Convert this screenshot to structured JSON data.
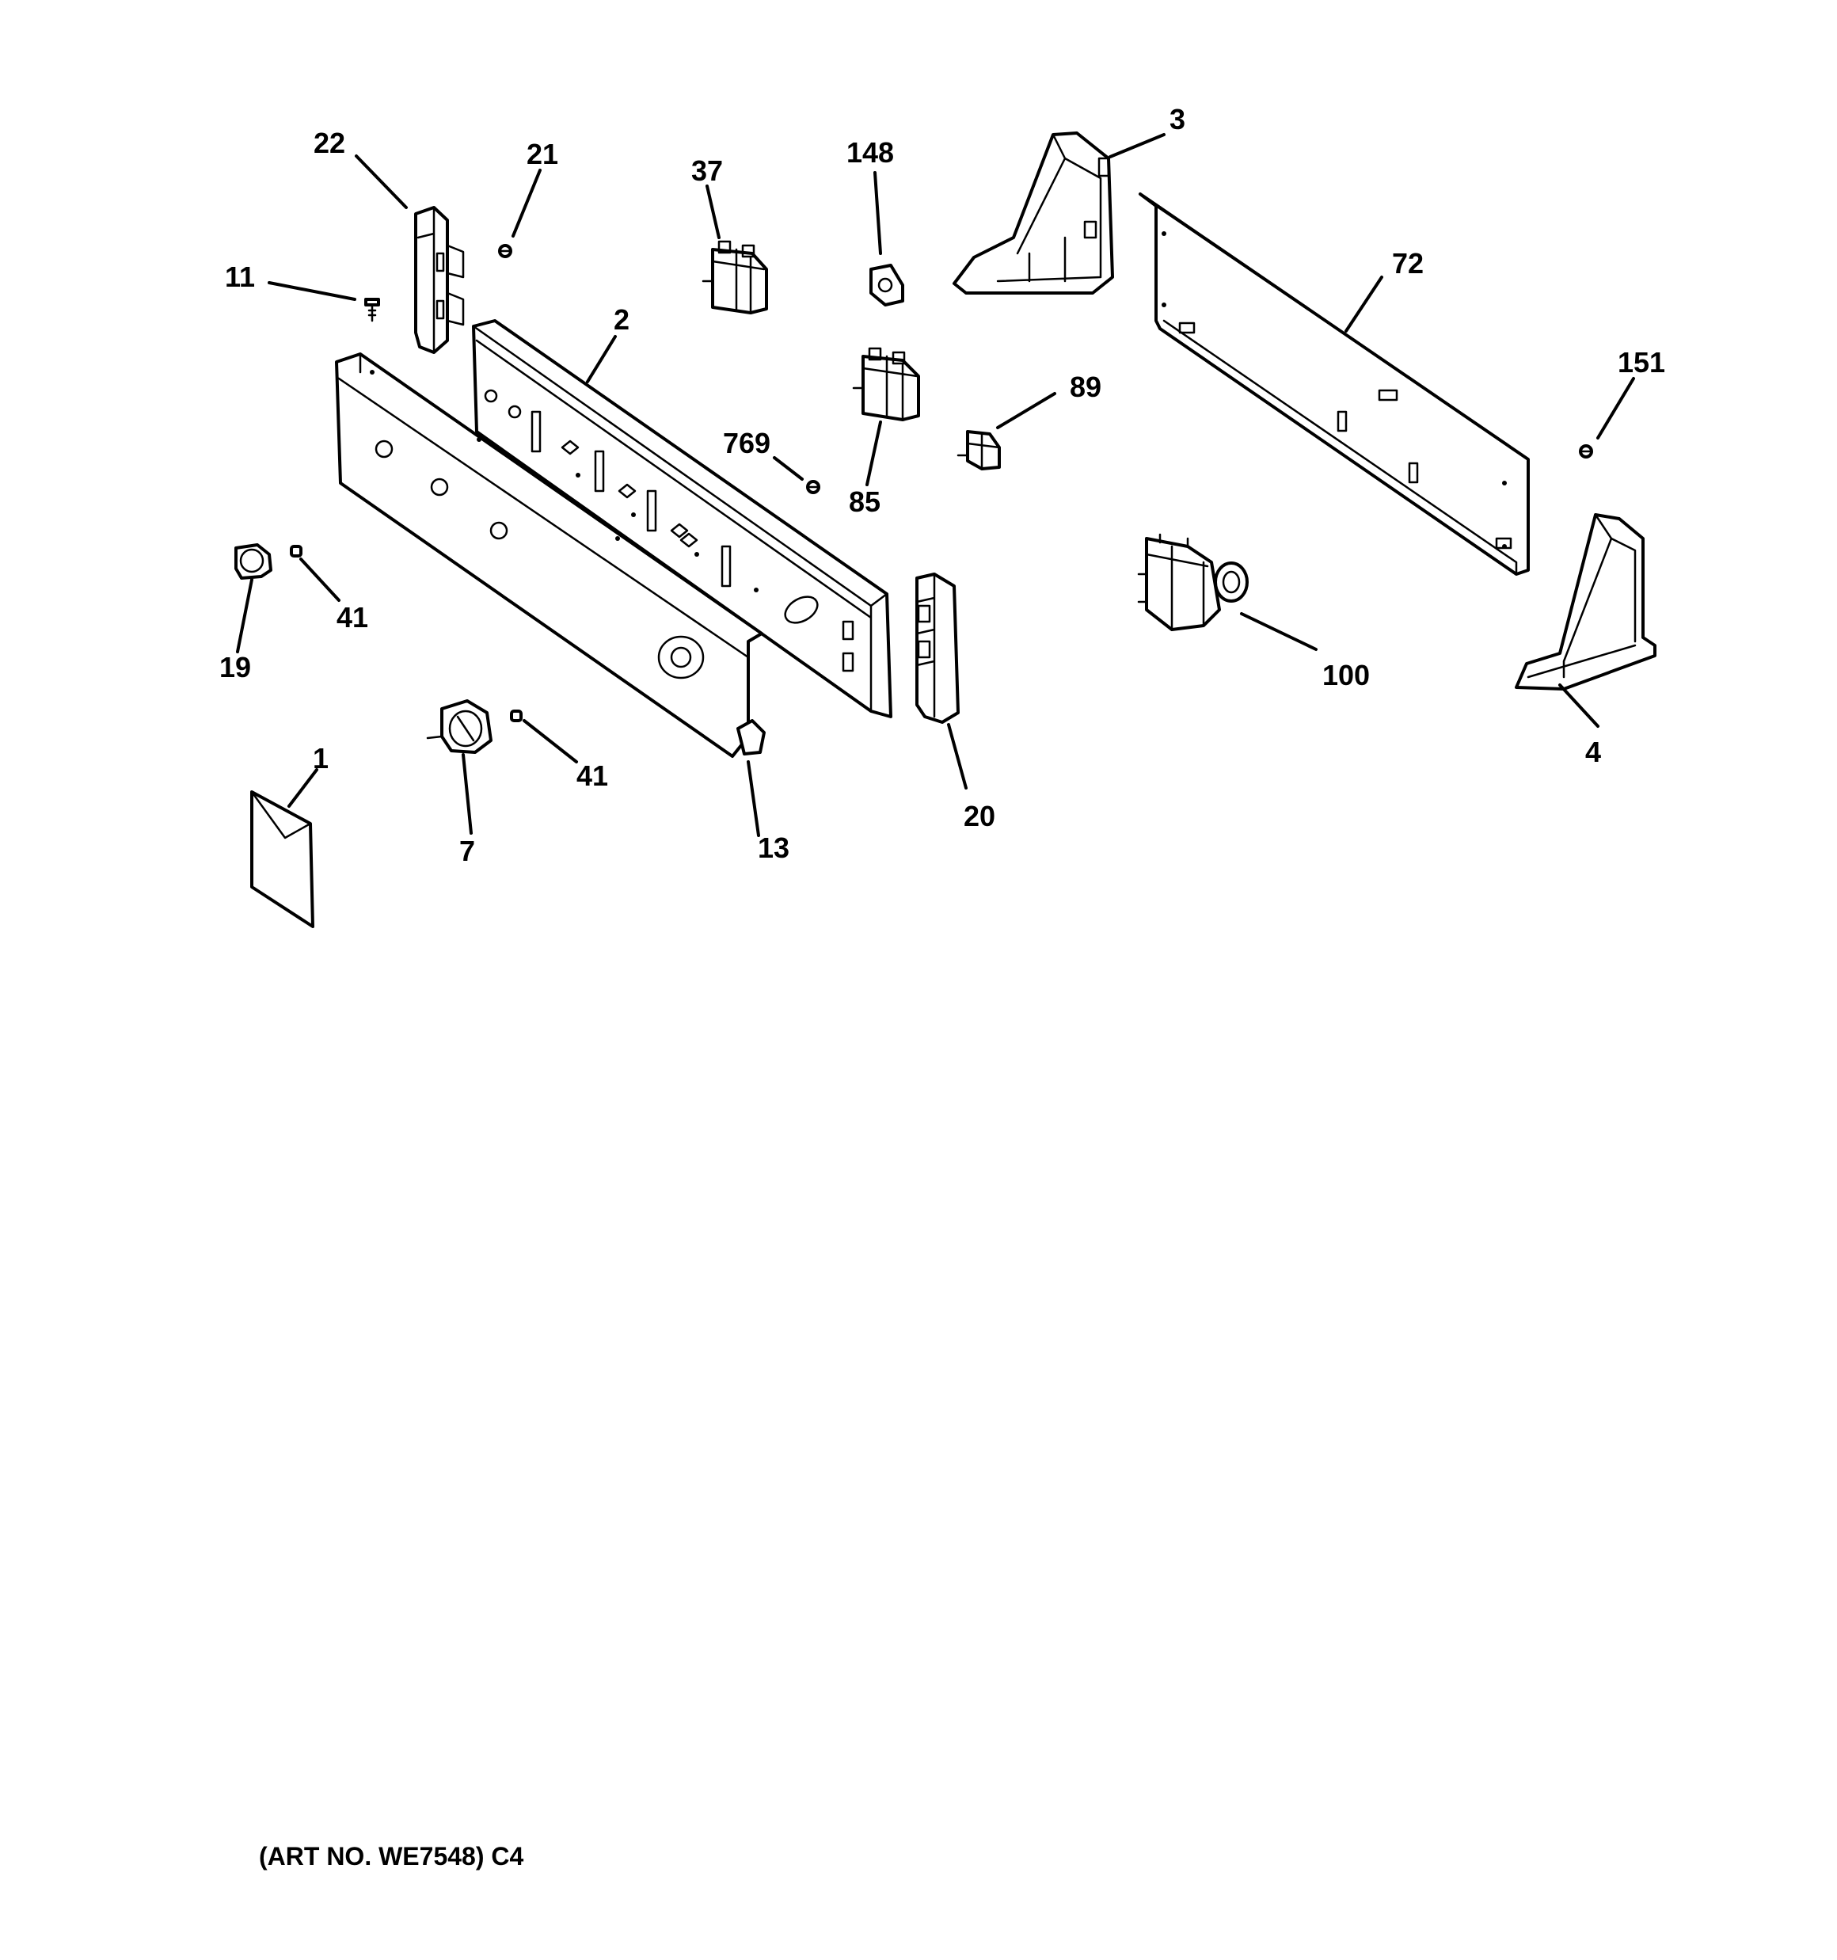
{
  "callouts": {
    "c1": "1",
    "c2": "2",
    "c3": "3",
    "c4": "4",
    "c7": "7",
    "c11": "11",
    "c13": "13",
    "c19": "19",
    "c20": "20",
    "c21": "21",
    "c22": "22",
    "c37": "37",
    "c41a": "41",
    "c41b": "41",
    "c72": "72",
    "c85": "85",
    "c89": "89",
    "c100": "100",
    "c148": "148",
    "c151": "151",
    "c769": "769"
  },
  "footer": "(ART NO. WE7548) C4"
}
